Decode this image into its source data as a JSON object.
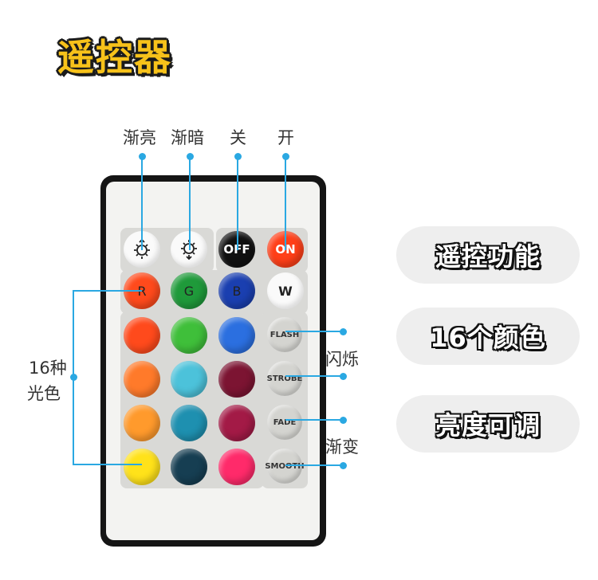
{
  "title": "遥控器",
  "top_labels": {
    "fade_up": "渐亮",
    "fade_down": "渐暗",
    "off": "关",
    "on": "开"
  },
  "side_labels": {
    "colors_line1": "16种",
    "colors_line2": "光色",
    "flash_group": "闪烁",
    "fade_group": "渐变"
  },
  "buttons": {
    "brightness_up_icon": "sun-up-icon",
    "brightness_down_icon": "sun-down-icon",
    "off": "OFF",
    "on": "ON",
    "r": "R",
    "g": "G",
    "b": "B",
    "w": "W",
    "flash": "FLASH",
    "strobe": "STROBE",
    "fade": "FADE",
    "smooth": "SMOOTH"
  },
  "color_grid": [
    [
      "#ff4a1c",
      "#3fbf3a",
      "#2b6fe0"
    ],
    [
      "#ff7a2a",
      "#4cc2da",
      "#7c1432"
    ],
    [
      "#ff9a2c",
      "#1e90b0",
      "#a31a46"
    ],
    [
      "#ffe21a",
      "#163e52",
      "#ff2a6a"
    ]
  ],
  "features": [
    "遥控功能",
    "16个颜色",
    "亮度可调"
  ],
  "colors": {
    "accent_line": "#2aa8e2",
    "title_fill": "#f7c21a",
    "remote_body": "#151515"
  }
}
